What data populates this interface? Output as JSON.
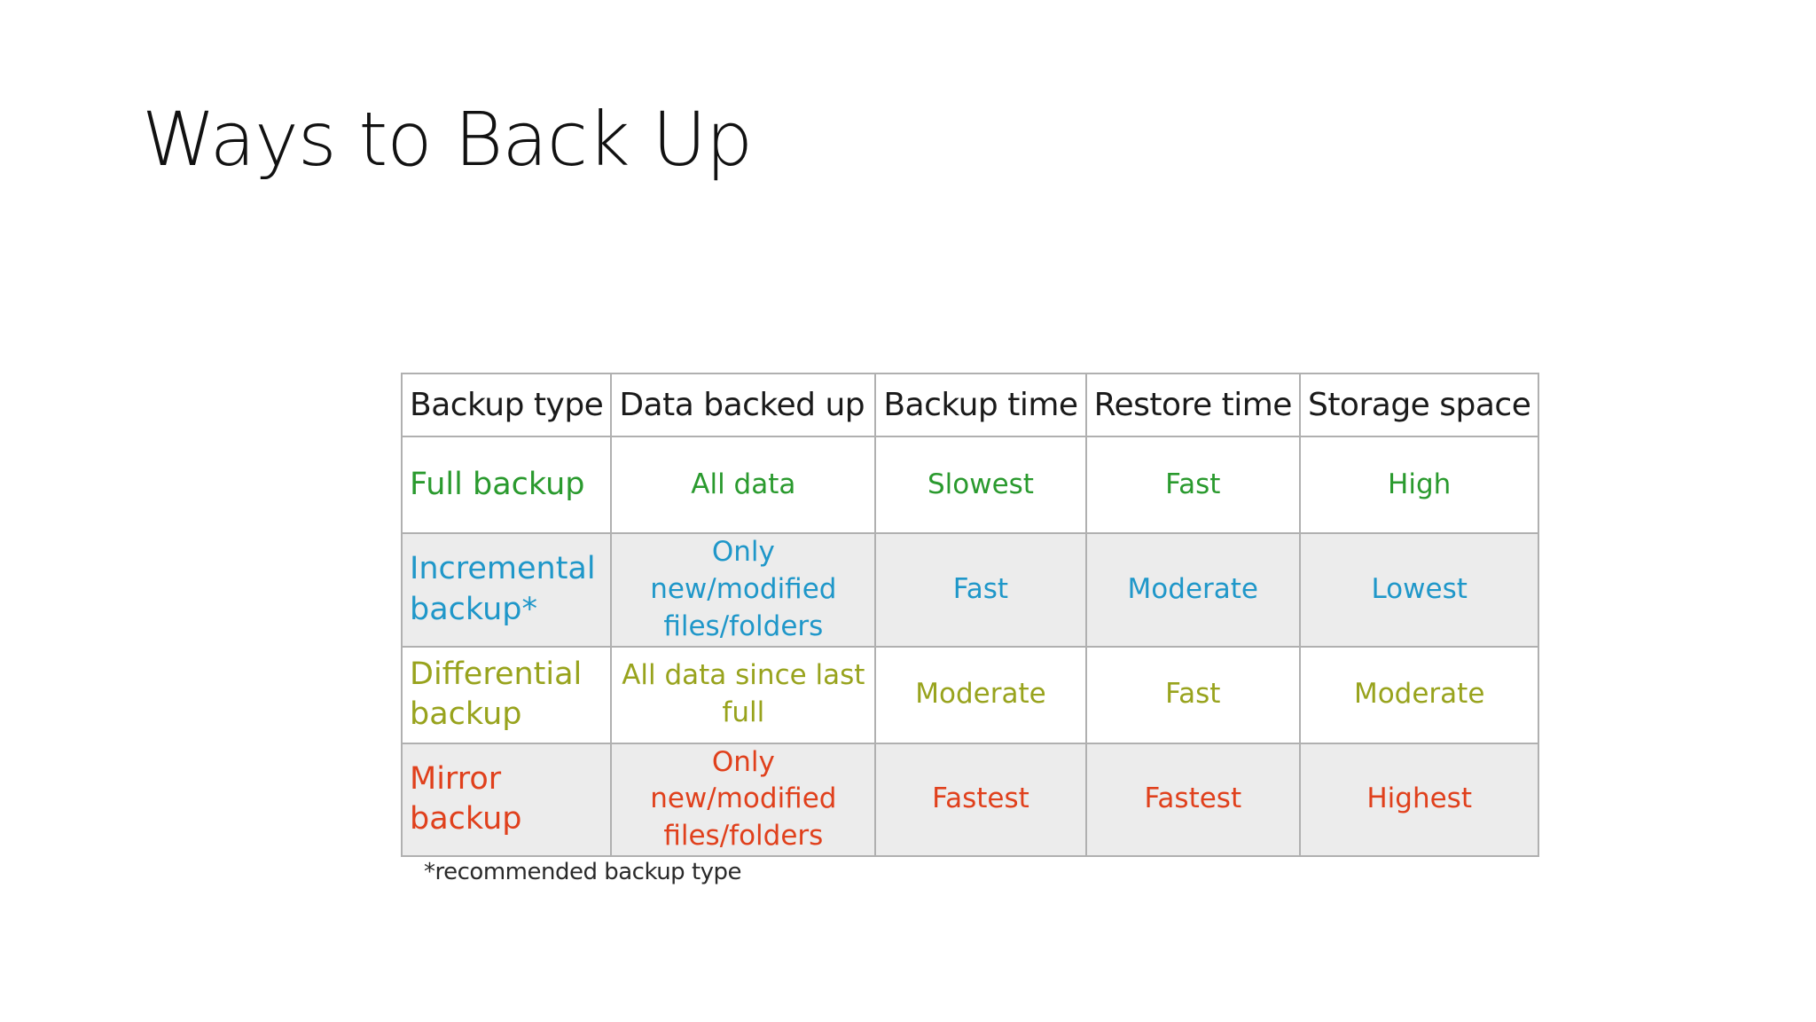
{
  "slide": {
    "title": "Ways to Back Up"
  },
  "table": {
    "headers": [
      "Backup type",
      "Data backed up",
      "Backup time",
      "Restore time",
      "Storage space"
    ],
    "rows": [
      {
        "color": "#2a9a2e",
        "cells": [
          "Full backup",
          "All data",
          "Slowest",
          "Fast",
          "High"
        ]
      },
      {
        "color": "#1f97c9",
        "cells": [
          "Incremental backup*",
          "Only new/modified files/folders",
          "Fast",
          "Moderate",
          "Lowest"
        ]
      },
      {
        "color": "#98a31d",
        "cells": [
          "Differential backup",
          "All data since last full",
          "Moderate",
          "Fast",
          "Moderate"
        ]
      },
      {
        "color": "#e0401c",
        "cells": [
          "Mirror backup",
          "Only new/modified files/folders",
          "Fastest",
          "Fastest",
          "Highest"
        ]
      }
    ],
    "footnote": "*recommended backup type"
  }
}
